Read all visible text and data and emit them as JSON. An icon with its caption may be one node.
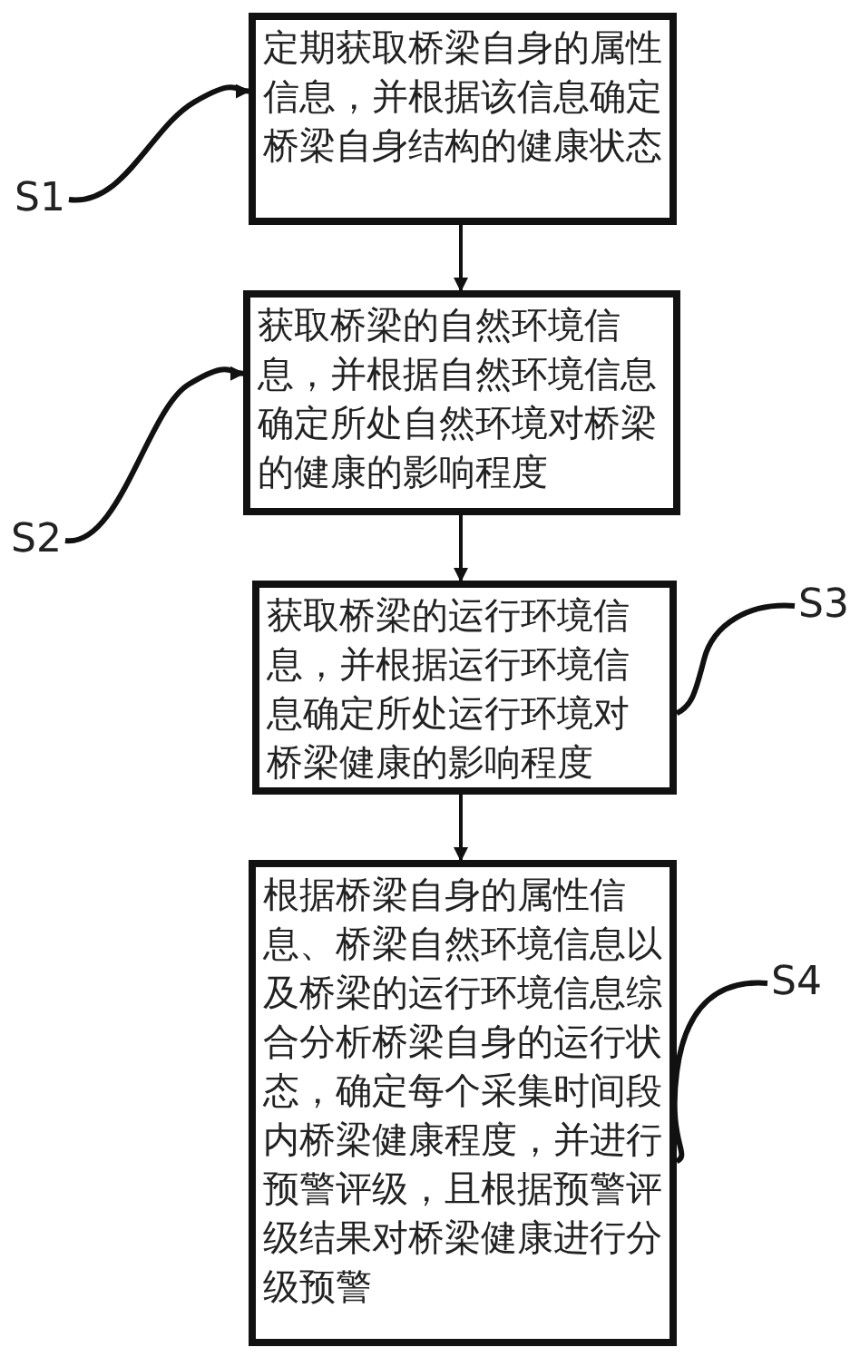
{
  "diagram": {
    "nodes": [
      {
        "text": [
          "定期获取桥梁自身的属性信息，并根据该信息确定桥梁自身结构的健康状态"
        ]
      },
      {
        "text": [
          "获取桥梁的自然环境信息，并根据自然环境信息确定所处自然环境对桥梁的健康的影响程度"
        ]
      },
      {
        "text": [
          "获取桥梁的运行环境信息，并根据运行环境信息确定所处运行环境对桥梁健康的影响程度"
        ]
      },
      {
        "text": [
          "根据桥梁自身的属性信息、桥梁自然环境信息以及桥梁的运行环境信息综合分析桥梁自身的运行状态，确定每个采集时间段内桥梁健康程度，并进行预警评级，且根据预警评级结果对桥梁健康进行分级预警"
        ]
      },
      {
        "text": [
          "S1"
        ]
      },
      {
        "text": [
          "S2"
        ]
      },
      {
        "text": [
          "S3"
        ]
      },
      {
        "text": [
          "S4"
        ]
      }
    ],
    "edges": [
      {
        "from": 0,
        "to": 1,
        "arrow": "to"
      },
      {
        "from": 1,
        "to": 2,
        "arrow": "to"
      },
      {
        "from": 2,
        "to": 3,
        "arrow": "to"
      },
      {
        "from": 4,
        "to": 0,
        "arrow": "to"
      },
      {
        "from": 5,
        "to": 1,
        "arrow": "to"
      },
      {
        "from": 6,
        "to": 2,
        "arrow": "none"
      },
      {
        "from": 7,
        "to": 3,
        "arrow": "none"
      }
    ]
  }
}
